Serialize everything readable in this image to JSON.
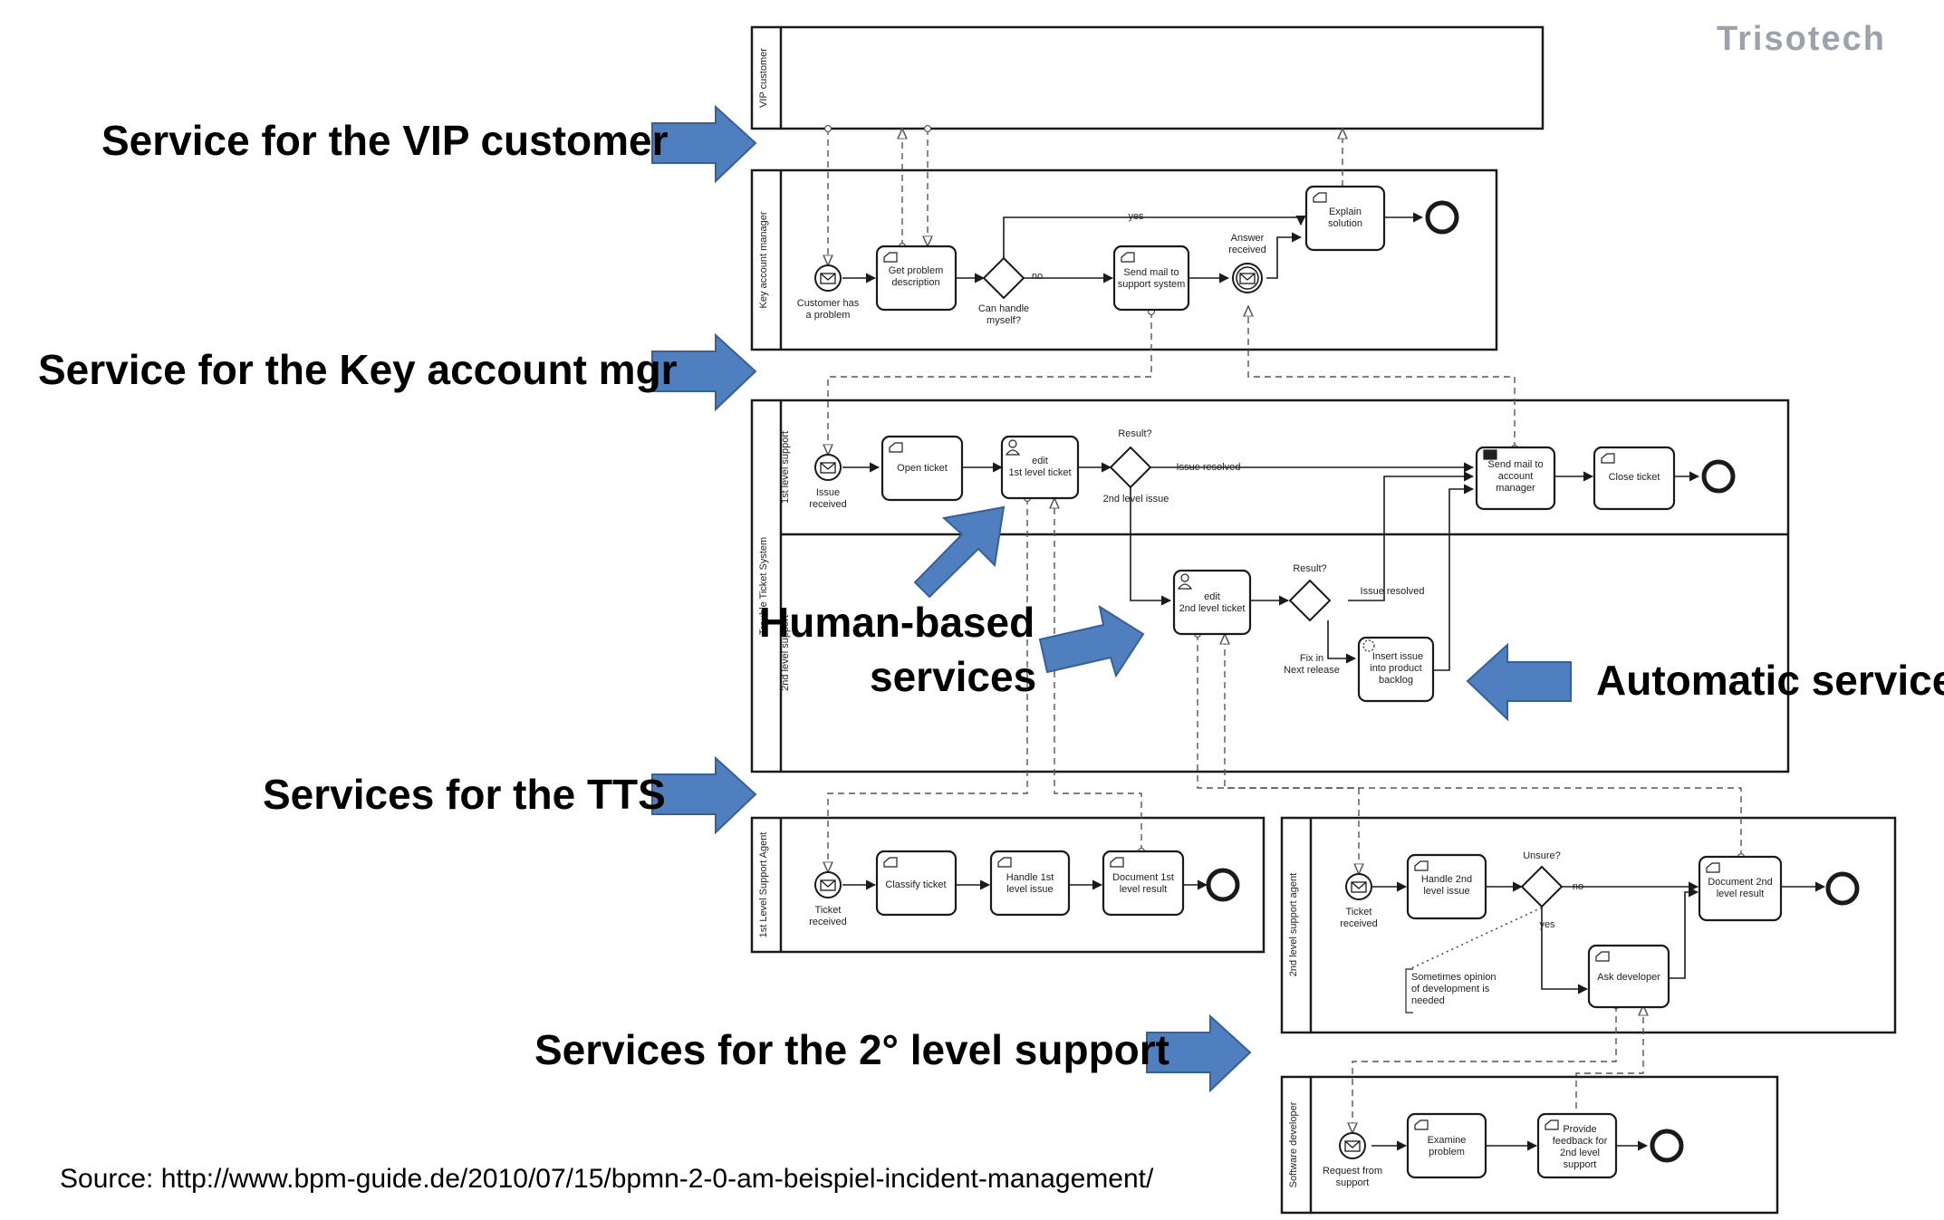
{
  "callouts": {
    "vip": "Service for the VIP customer",
    "kam": "Service for the Key account mgr",
    "human_line1": "Human-based",
    "human_line2": "services",
    "automatic": "Automatic service",
    "tts": "Services for the TTS",
    "second_level": "Services for the 2° level support"
  },
  "source": "Source: http://www.bpm-guide.de/2010/07/15/bpmn-2-0-am-beispiel-incident-management/",
  "logo": "Trisotech",
  "colors": {
    "arrow_fill": "#4f7fbf",
    "arrow_stroke": "#35609a",
    "diagram_line": "#1a1a1a"
  },
  "pools": {
    "vip": "VIP customer",
    "kam": "Key account manager",
    "tts": "Trouble Ticket System",
    "tts_lane1": "1st level support",
    "tts_lane2": "2nd level support",
    "agent1": "1st Level Support Agent",
    "agent2": "2nd level support agent",
    "dev": "Software developer"
  },
  "kam": {
    "start": [
      "Customer has",
      "a problem"
    ],
    "get_problem": [
      "Get problem",
      "description"
    ],
    "gateway": [
      "Can handle",
      "myself?"
    ],
    "yes": "yes",
    "no": "no",
    "send_mail": [
      "Send mail to",
      "support system"
    ],
    "answer": [
      "Answer",
      "received"
    ],
    "explain": [
      "Explain",
      "solution"
    ]
  },
  "tts": {
    "issue_received": [
      "Issue",
      "received"
    ],
    "open_ticket": "Open ticket",
    "edit1": [
      "edit",
      "1st level ticket"
    ],
    "result1": "Result?",
    "issue_resolved1": "Issue resolved",
    "second_level_issue": "2nd level issue",
    "send_mail_kam": [
      "Send mail to",
      "account",
      "manager"
    ],
    "close_ticket": "Close ticket",
    "edit2": [
      "edit",
      "2nd level ticket"
    ],
    "result2": "Result?",
    "issue_resolved2": "Issue resolved",
    "fix": [
      "Fix in",
      "Next release"
    ],
    "insert_issue": [
      "Insert issue",
      "into product",
      "backlog"
    ]
  },
  "agent1": {
    "ticket_received": [
      "Ticket",
      "received"
    ],
    "classify": "Classify ticket",
    "handle1": [
      "Handle 1st",
      "level issue"
    ],
    "document1": [
      "Document 1st",
      "level result"
    ]
  },
  "agent2": {
    "ticket_received": [
      "Ticket",
      "received"
    ],
    "handle2": [
      "Handle 2nd",
      "level issue"
    ],
    "unsure": "Unsure?",
    "no": "no",
    "yes": "yes",
    "document2": [
      "Document 2nd",
      "level result"
    ],
    "ask_dev": "Ask developer",
    "annotation": [
      "Sometimes opinion",
      "of development is",
      "needed"
    ]
  },
  "dev": {
    "request": [
      "Request from",
      "support"
    ],
    "examine": [
      "Examine",
      "problem"
    ],
    "feedback": [
      "Provide",
      "feedback for",
      "2nd level",
      "support"
    ]
  }
}
